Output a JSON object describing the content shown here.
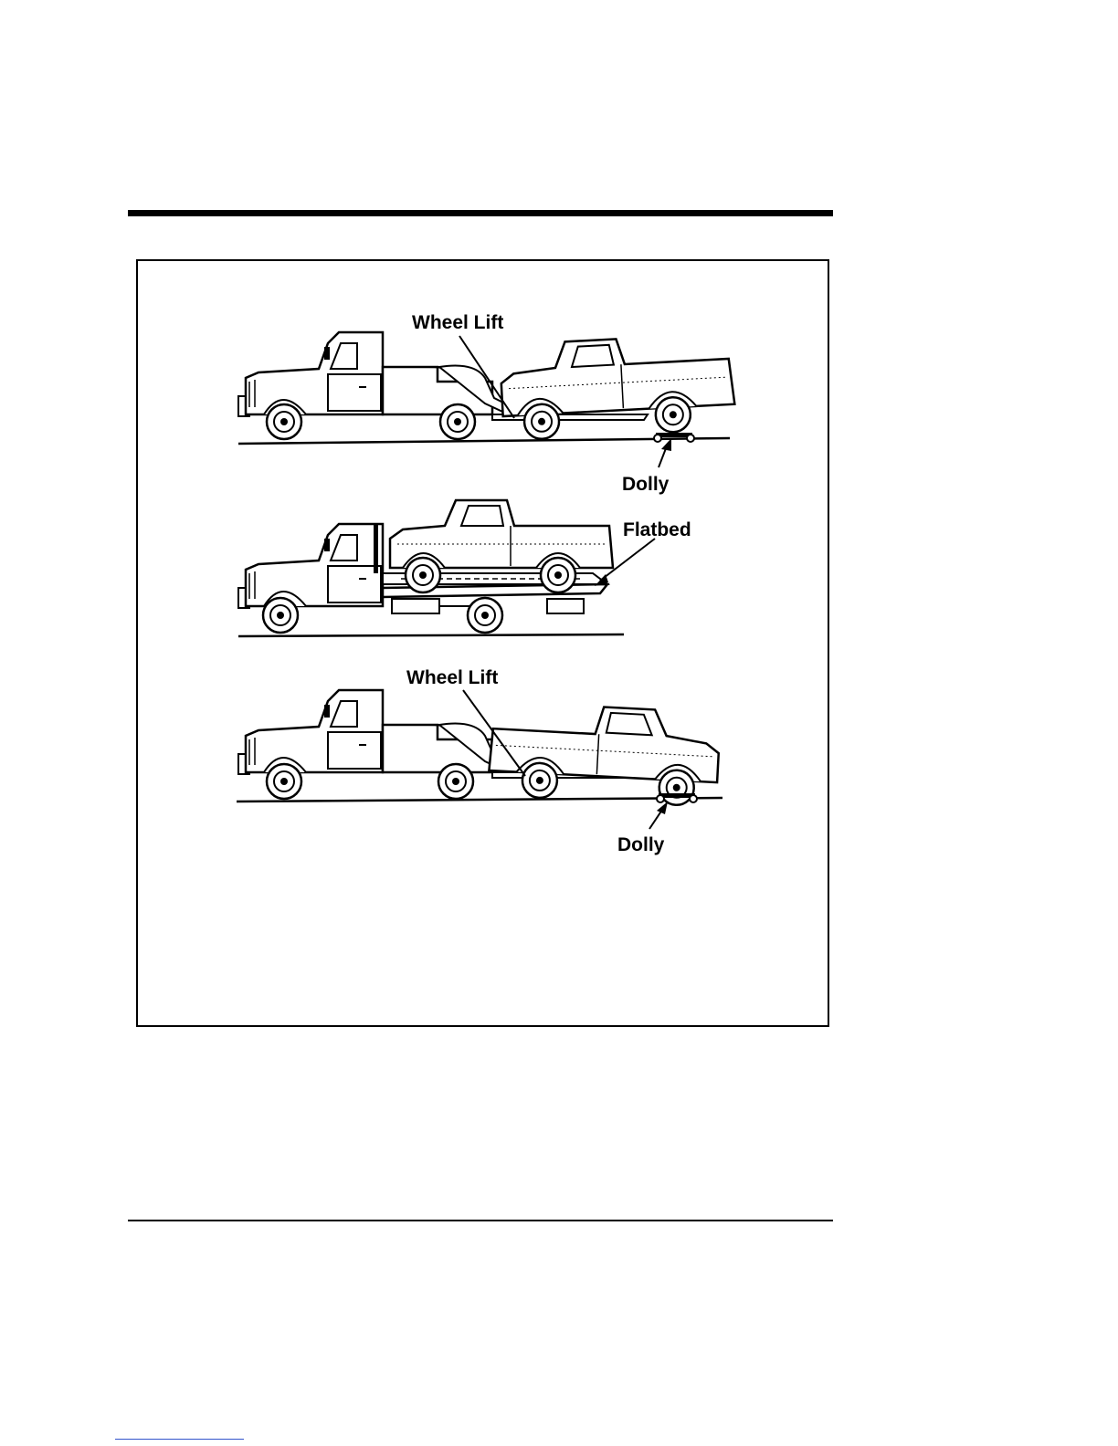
{
  "figure": {
    "labels": {
      "wheel_lift_top": "Wheel Lift",
      "dolly_top": "Dolly",
      "flatbed": "Flatbed",
      "wheel_lift_bottom": "Wheel Lift",
      "dolly_bottom": "Dolly"
    }
  },
  "colors": {
    "ink": "#000000",
    "paper": "#ffffff",
    "footer_link": "#3355cc"
  },
  "icons": [
    "tow-truck-icon",
    "pickup-truck-icon",
    "flatbed-truck-icon",
    "dolly-icon"
  ]
}
